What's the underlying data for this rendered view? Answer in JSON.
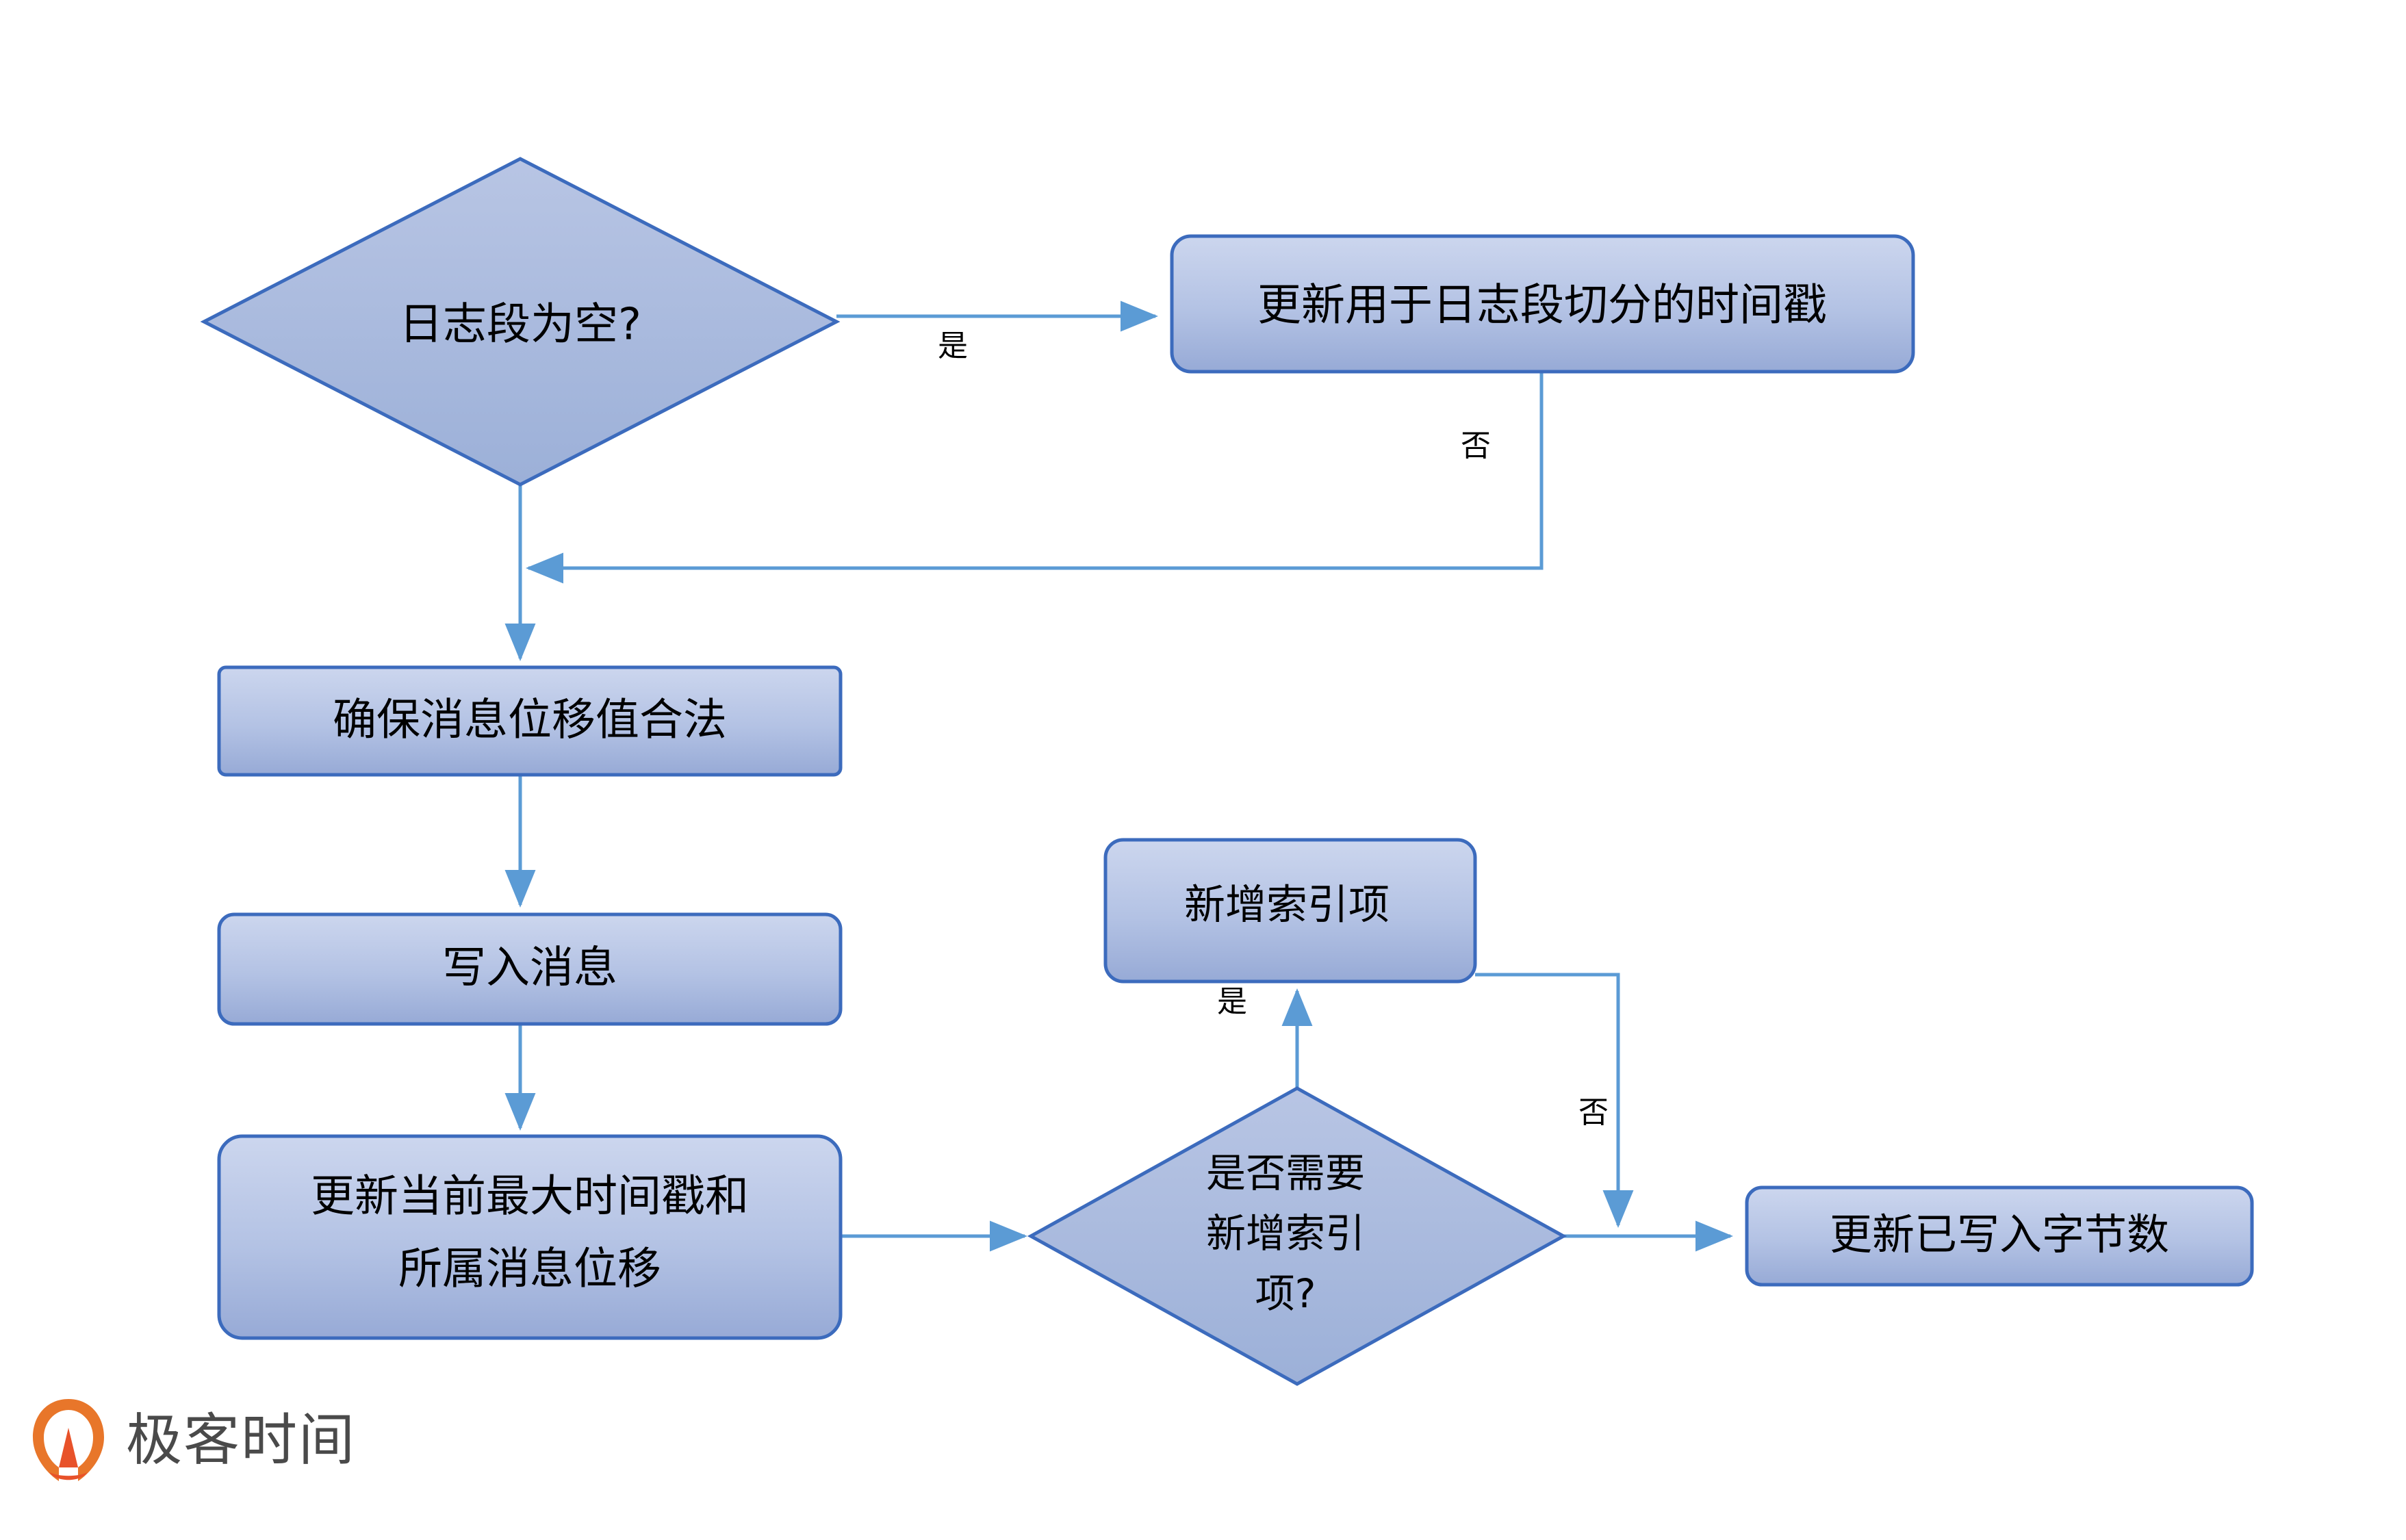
{
  "diagram": {
    "title_visible": false,
    "background_color": "#ffffff",
    "shape_fill_top": "#ccd6ee",
    "shape_fill_bottom": "#97aad6",
    "shape_stroke": "#3c6bbd",
    "connector_color": "#5b9bd5",
    "text_color": "#000000",
    "nodes": [
      {
        "id": "n1",
        "type": "decision",
        "label": "日志段为空?",
        "lines": [
          "日志段为空?"
        ]
      },
      {
        "id": "n2",
        "type": "process",
        "label": "更新用于日志段切分的时间戳",
        "lines": [
          "更新用于日志段切分的时间戳"
        ]
      },
      {
        "id": "n3",
        "type": "process",
        "label": "确保消息位移值合法",
        "lines": [
          "确保消息位移值合法"
        ]
      },
      {
        "id": "n4",
        "type": "process",
        "label": "写入消息",
        "lines": [
          "写入消息"
        ]
      },
      {
        "id": "n5",
        "type": "process",
        "label": "更新当前最大时间戳和所属消息位移",
        "lines": [
          "更新当前最大时间戳和",
          "所属消息位移"
        ]
      },
      {
        "id": "n6",
        "type": "decision",
        "label": "是否需要新增索引项?",
        "lines": [
          "是否需要",
          "新增索引",
          "项?"
        ]
      },
      {
        "id": "n7",
        "type": "process",
        "label": "新增索引项",
        "lines": [
          "新增索引项"
        ]
      },
      {
        "id": "n8",
        "type": "process",
        "label": "更新已写入字节数",
        "lines": [
          "更新已写入字节数"
        ]
      }
    ],
    "edges": [
      {
        "id": "e1",
        "from": "n1",
        "to": "n2",
        "label": "是"
      },
      {
        "id": "e2",
        "from": "n2",
        "to": "n3",
        "label": "否"
      },
      {
        "id": "e3",
        "from": "n1",
        "to": "n3",
        "label": ""
      },
      {
        "id": "e4",
        "from": "n3",
        "to": "n4",
        "label": ""
      },
      {
        "id": "e5",
        "from": "n4",
        "to": "n5",
        "label": ""
      },
      {
        "id": "e6",
        "from": "n5",
        "to": "n6",
        "label": ""
      },
      {
        "id": "e7",
        "from": "n6",
        "to": "n7",
        "label": "是"
      },
      {
        "id": "e8",
        "from": "n6",
        "to": "n8",
        "label": "否"
      },
      {
        "id": "e9",
        "from": "n7",
        "to": "n8",
        "label": ""
      }
    ]
  },
  "brand": {
    "name": "极客时间",
    "mark_color_outer": "#e8762a",
    "mark_color_inner": "#e8522a",
    "text_color": "#4a4a4a"
  }
}
